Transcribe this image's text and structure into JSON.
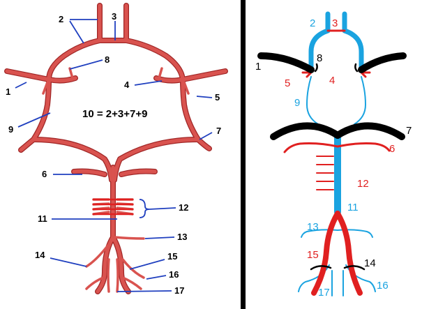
{
  "left_panel": {
    "formula": "10 = 2+3+7+9",
    "labels": {
      "l1": "1",
      "l2": "2",
      "l3": "3",
      "l4": "4",
      "l5": "5",
      "l6": "6",
      "l7": "7",
      "l8": "8",
      "l9": "9",
      "l11": "11",
      "l12": "12",
      "l13": "13",
      "l14": "14",
      "l15": "15",
      "l16": "16",
      "l17": "17"
    }
  },
  "right_panel": {
    "labels": {
      "r1": "1",
      "r2": "2",
      "r3": "3",
      "r4": "4",
      "r5": "5",
      "r6": "6",
      "r7": "7",
      "r8": "8",
      "r9": "9",
      "r11": "11",
      "r12": "12",
      "r13": "13",
      "r14": "14",
      "r15": "15",
      "r16": "16",
      "r17": "17"
    }
  },
  "colors": {
    "artery_fill": "#d9534f",
    "artery_stroke": "#b02a2a",
    "leader": "#1f3fbf",
    "bracket": "#1f3fbf",
    "schema_black": "#000000",
    "schema_blue": "#1aa3e0",
    "schema_red": "#e02020",
    "divider": "#000000"
  }
}
